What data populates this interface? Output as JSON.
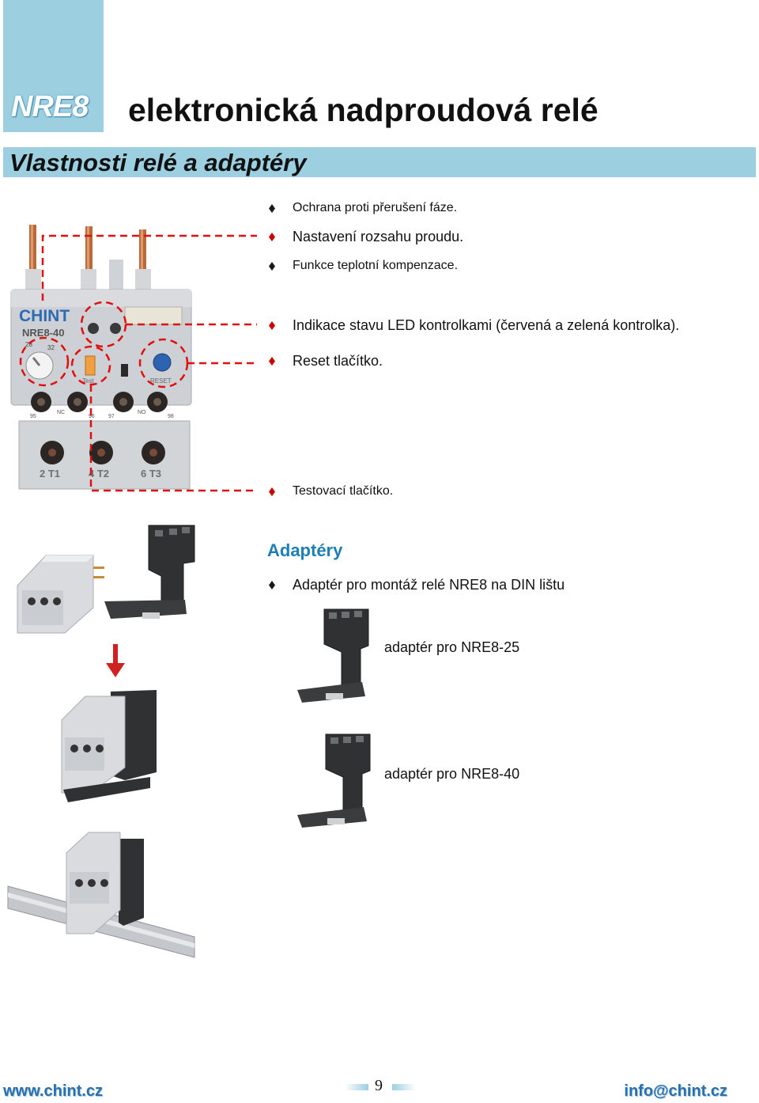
{
  "header": {
    "logo": "NRE8",
    "title": "elektronická nadproudová relé"
  },
  "section": {
    "title": "Vlastnosti relé a adaptéry"
  },
  "relay_image": {
    "brand": "CHINT",
    "model": "NRE8-40",
    "labels": [
      "95",
      "NC",
      "96",
      "97",
      "NO",
      "98",
      "2 T1",
      "4 T2",
      "6 T3",
      "Test",
      "RESET"
    ]
  },
  "features": [
    "Ochrana proti přerušení fáze.",
    "Nastavení rozsahu proudu.",
    "Funkce teplotní kompenzace.",
    "Indikace stavu LED kontrolkami (červená a zelená kontrolka).",
    "Reset tlačítko.",
    "Testovací tlačítko."
  ],
  "adapters": {
    "heading": "Adaptéry",
    "bullet": "Adaptér pro montáž relé NRE8 na DIN lištu",
    "items": [
      {
        "caption": "adaptér pro NRE8-25"
      },
      {
        "caption": "adaptér pro NRE8-40"
      }
    ]
  },
  "footer": {
    "website": "www.chint.cz",
    "page_number": "9",
    "email": "info@chint.cz"
  },
  "colors": {
    "band": "#9ccfe0",
    "bullet_red": "#cc0000",
    "heading_blue": "#1d7fb5",
    "footer_blue": "#2a6fae",
    "callout_red": "#e01010"
  }
}
